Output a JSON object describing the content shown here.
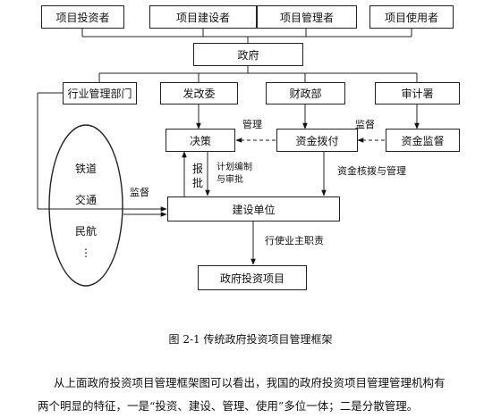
{
  "top_boxes": [
    "项目投资者",
    "项目建设者",
    "项目管理者",
    "项目使用者"
  ],
  "government": "政府",
  "departments": [
    "行业管理部门",
    "发改委",
    "财政部",
    "审计署"
  ],
  "decision": "决策",
  "fund_allocation": "资金拨付",
  "fund_supervision": "资金监督",
  "construction_unit": "建设单位",
  "gov_project": "政府投资项目",
  "labels": {
    "manage": "管理",
    "supervise_top": "监督",
    "report_approve": [
      "报",
      "批"
    ],
    "plan": [
      "计划编制",
      "与审批"
    ],
    "fund_approval": "资金核拨与管理",
    "supervise_left": "监督",
    "owner_duty": "行使业主职责"
  },
  "ellipse_items": [
    "铁道",
    "交通",
    "民航",
    "⋮"
  ],
  "caption": "图 2-1  传统政府投资项目管理框架",
  "paragraph": [
    "从上面政府投资项目管理框架图可以看出，我国的政府投资项目管理管理机构有",
    "两个明显的特征，一是“投资、建设、管理、使用”多位一体；二是分散管理。"
  ]
}
